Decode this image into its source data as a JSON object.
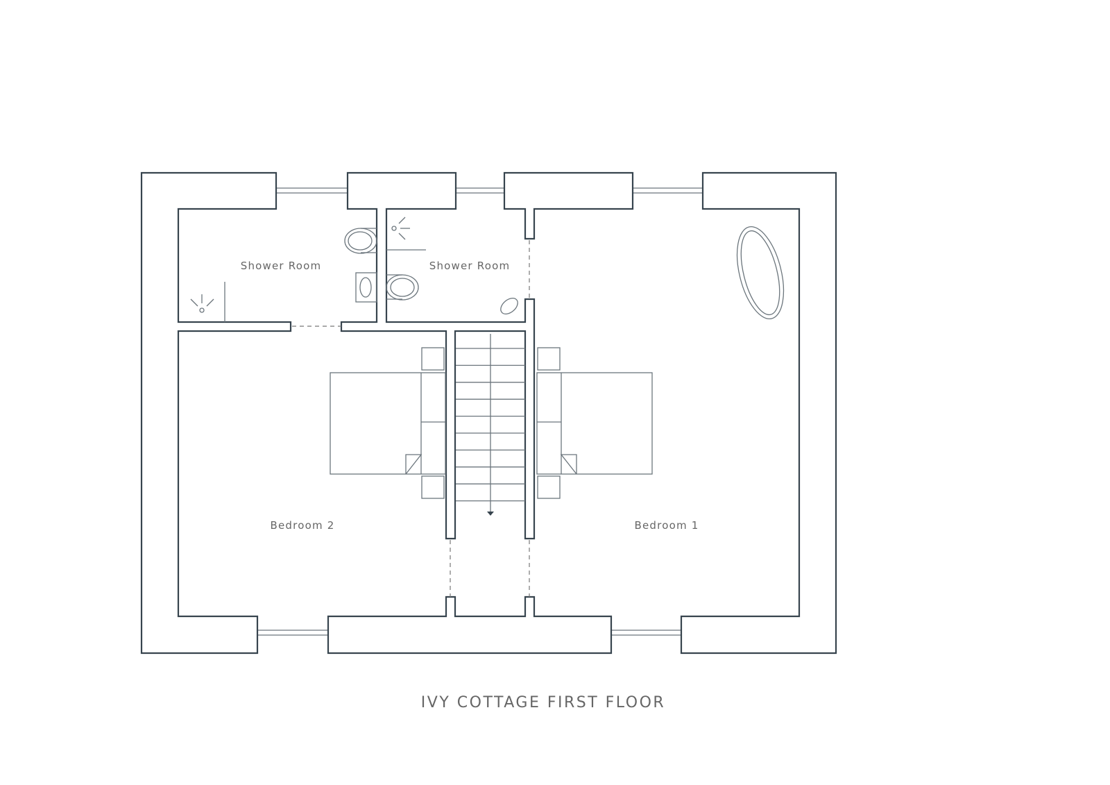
{
  "title": "IVY COTTAGE FIRST FLOOR",
  "rooms": {
    "shower_room_left": "Shower Room",
    "shower_room_right": "Shower Room",
    "bedroom_2": "Bedroom 2",
    "bedroom_1": "Bedroom 1"
  },
  "colors": {
    "wall": "#37444e",
    "fixture": "#6b757c",
    "text": "#666666"
  }
}
